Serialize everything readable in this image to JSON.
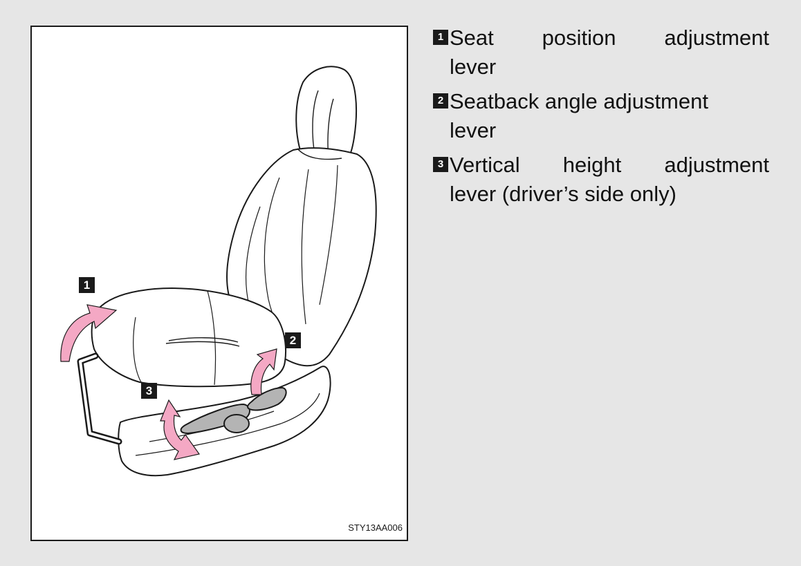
{
  "figure": {
    "code": "STY13AA006",
    "callouts": [
      {
        "number": "1"
      },
      {
        "number": "2"
      },
      {
        "number": "3"
      }
    ],
    "arrow_color": "#f4a8c4",
    "lever_color": "#b4b4b4"
  },
  "legend": [
    {
      "number": "1",
      "line1": "Seat position adjustment",
      "line2": "lever"
    },
    {
      "number": "2",
      "line1": "Seatback angle adjustment",
      "line2": "lever"
    },
    {
      "number": "3",
      "line1": "Vertical height adjustment",
      "line2": "lever (driver’s side only)"
    }
  ]
}
